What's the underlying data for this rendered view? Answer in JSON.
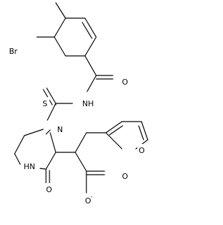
{
  "molecule": {
    "atoms": {
      "br": "Br",
      "o_amide": "O",
      "nh_thioamide": "NH",
      "s_thio": "S",
      "n_ring": "N",
      "o_furan": "O",
      "hn_lactam": "HN",
      "o_lactam": "O",
      "o_carboxyl_double": "O",
      "o_carboxyl_single": "O",
      "charge_minus": "-"
    }
  }
}
